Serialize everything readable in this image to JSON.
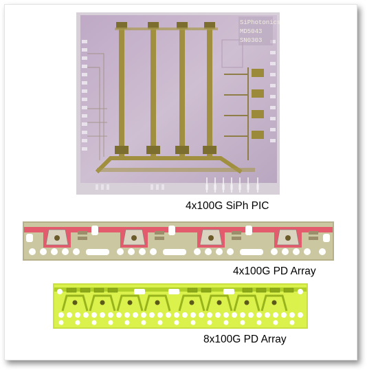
{
  "captions": {
    "siph_pic": "4x100G SiPh PIC",
    "pd_array_4": "4x100G PD Array",
    "pd_array_8": "8x100G PD Array"
  },
  "chip_marking": {
    "line1": "SiPhotonics",
    "line2": "MD5043",
    "line3": "SN0303"
  },
  "colors": {
    "pic_background": "#c8b4cc",
    "pic_waveguide": "#9a8a3a",
    "pd4_background": "#c8c49a",
    "pd4_accent": "#e05a6a",
    "pd8_background": "#d8f048",
    "pd8_accent": "#a8c820"
  }
}
